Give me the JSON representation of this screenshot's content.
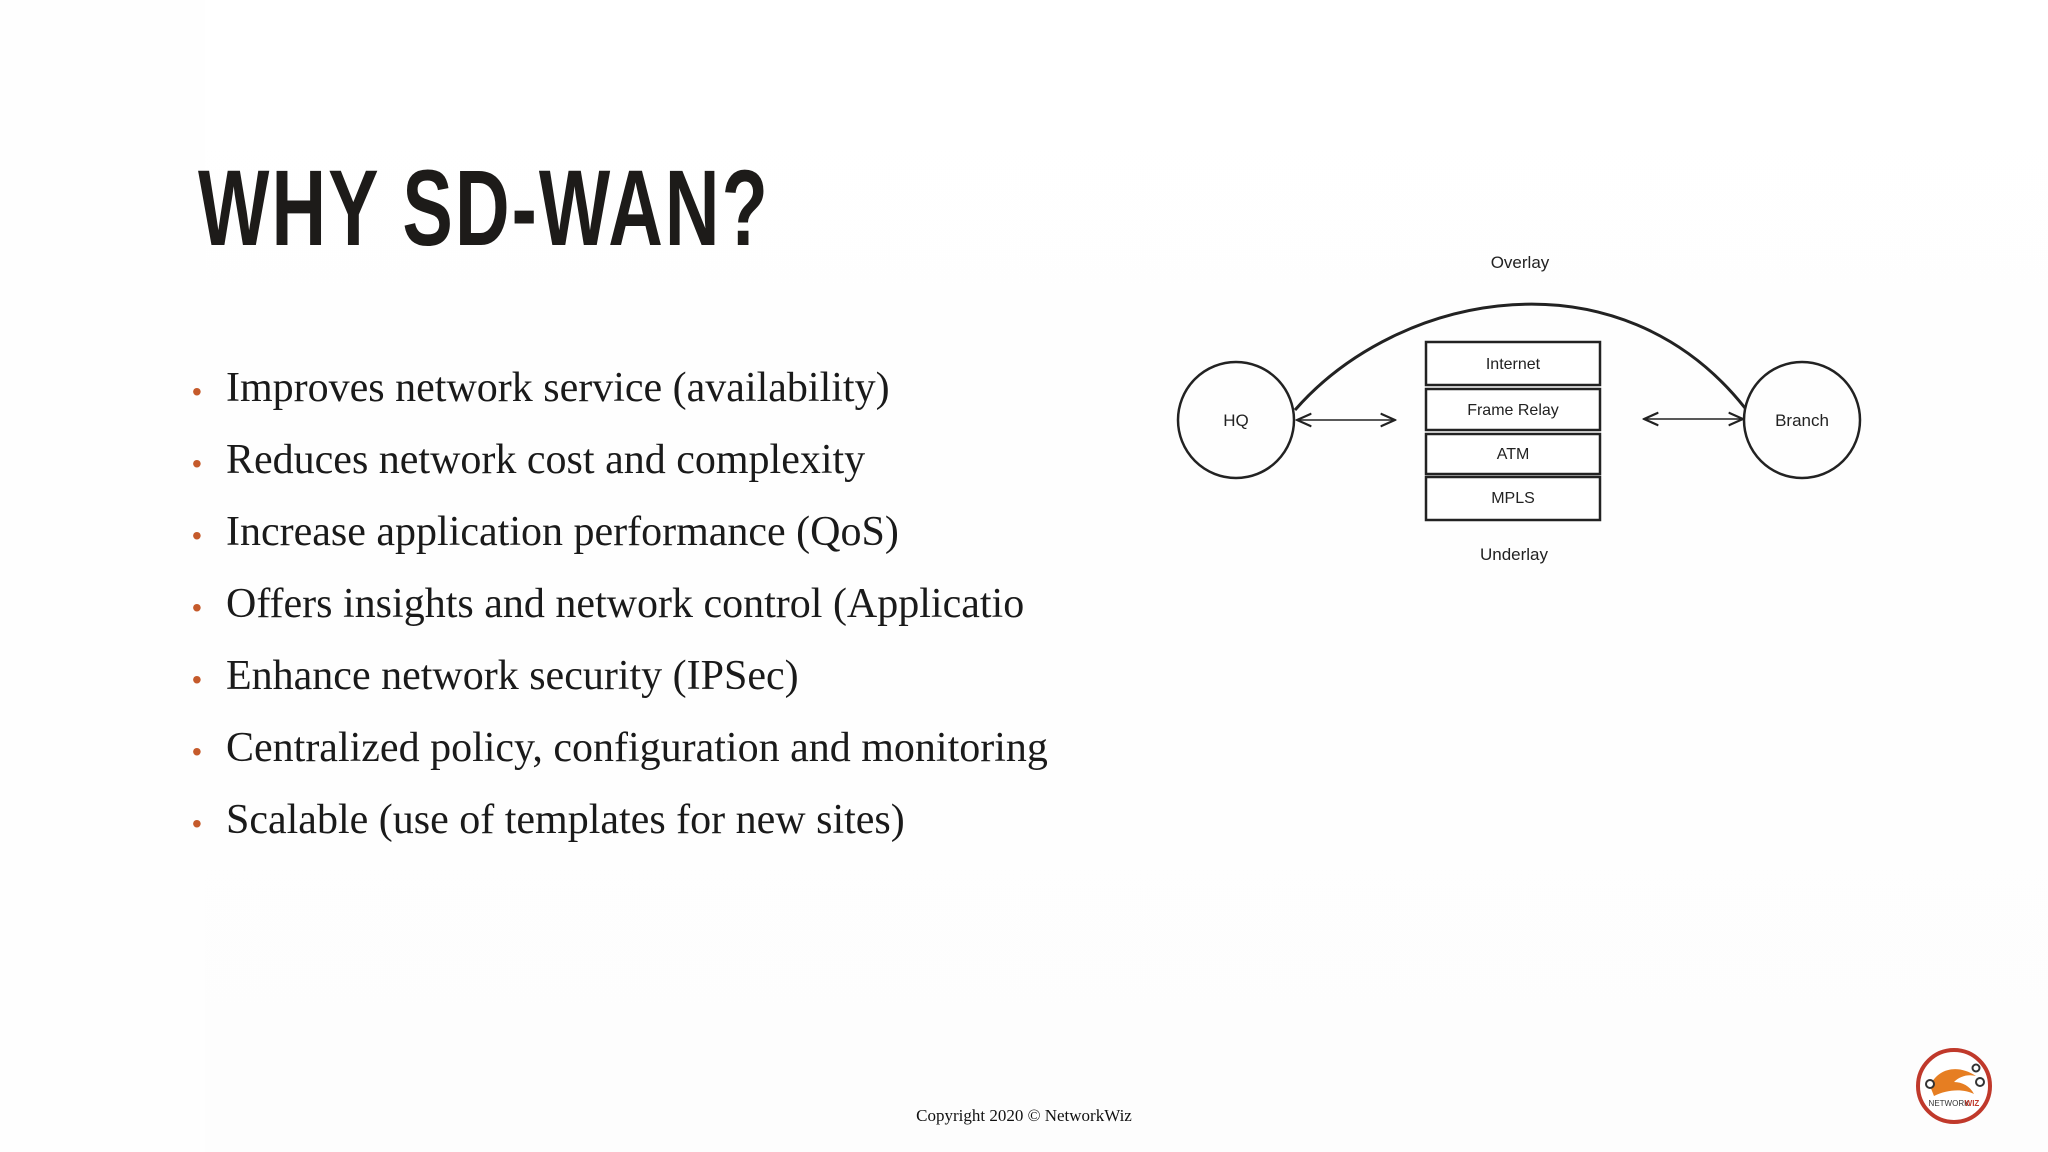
{
  "slide": {
    "title": "WHY SD-WAN?",
    "bullets": [
      "Improves network service  (availability)",
      "Reduces network cost and complexity",
      "Increase application performance (QoS)",
      "Offers insights and network control (Applicatio",
      "Enhance network security (IPSec)",
      "Centralized policy, configuration and monitoring",
      "Scalable (use of templates for new sites)"
    ],
    "bullet_marker": "•",
    "footer": "Copyright 2020 © NetworkWiz"
  },
  "diagram": {
    "overlay_label": "Overlay",
    "underlay_label": "Underlay",
    "left_node": "HQ",
    "right_node": "Branch",
    "transport_stack": [
      "Internet",
      "Frame Relay",
      "ATM",
      "MPLS"
    ]
  },
  "logo": {
    "text_a": "NETWORK",
    "text_b": "WIZ",
    "colors": {
      "ring": "#c0392b",
      "accent": "#e67e22"
    }
  },
  "colors": {
    "bullet": "#c55a2b",
    "title": "#1d1b19",
    "text": "#1a1a1a"
  }
}
